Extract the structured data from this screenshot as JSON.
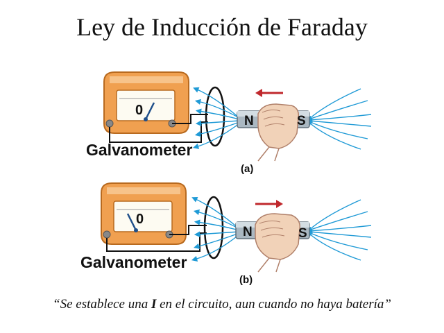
{
  "title": "Ley de Inducción de Faraday",
  "panels": [
    {
      "sub_label": "(a)",
      "meter_reading": "0",
      "device_label": "Galvanometer",
      "pole_left": "N",
      "pole_right": "S",
      "arrow_direction": "left"
    },
    {
      "sub_label": "(b)",
      "meter_reading": "0",
      "device_label": "Galvanometer",
      "pole_left": "N",
      "pole_right": "S",
      "arrow_direction": "right"
    }
  ],
  "caption": {
    "before": "“Se establece una ",
    "symbol": "I",
    "after": " en el circuito, aun cuando no haya batería”"
  },
  "colors": {
    "meter_body": "#f0a050",
    "field_lines": "#1f9ad6",
    "arrow": "#c0282d",
    "magnet": "#aab8c2"
  }
}
